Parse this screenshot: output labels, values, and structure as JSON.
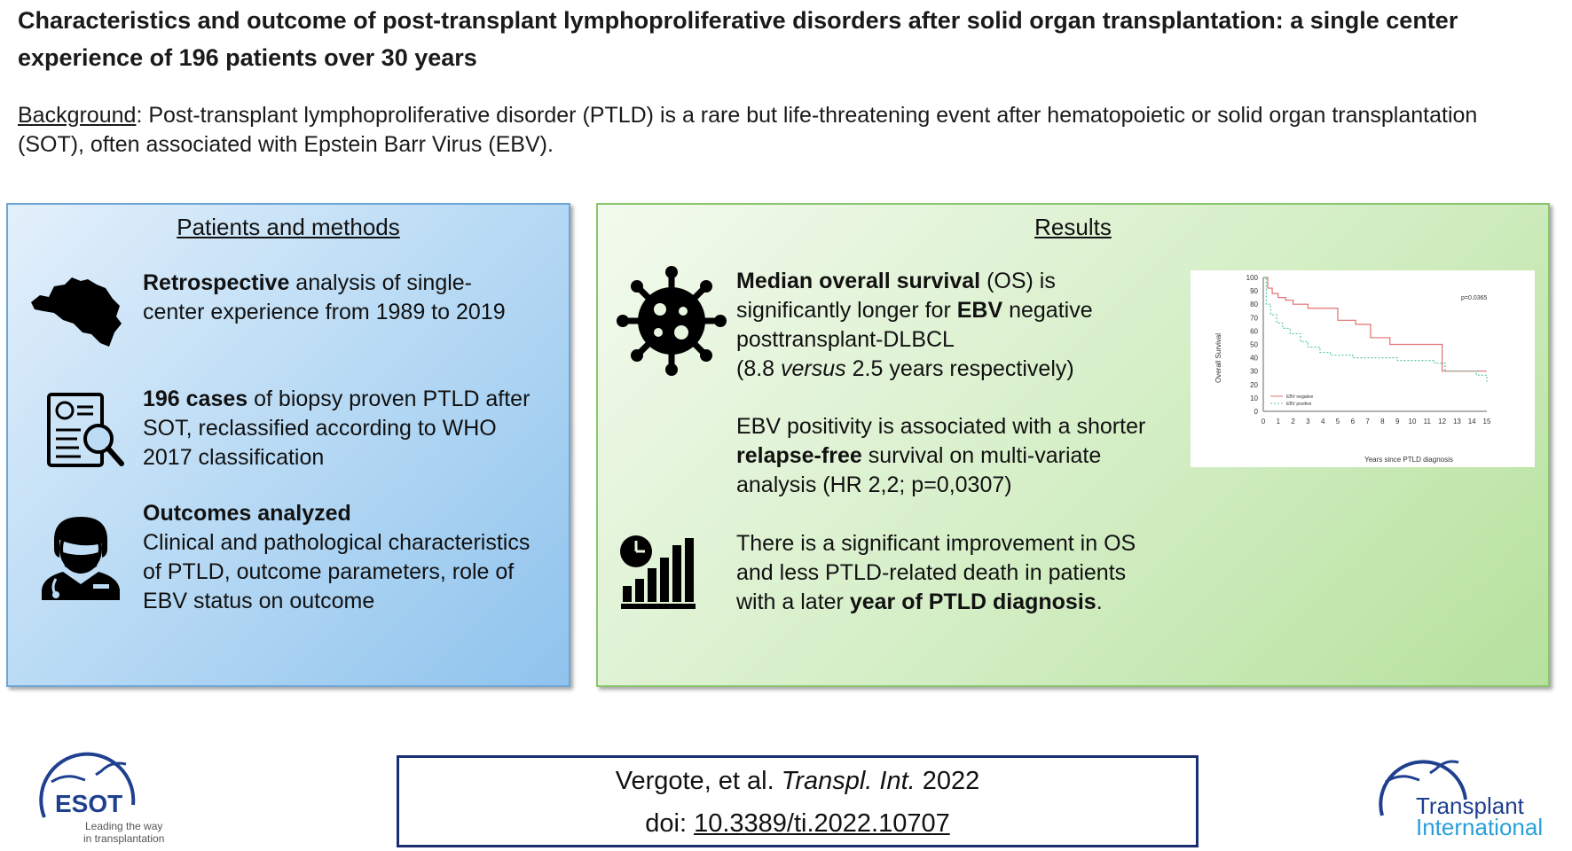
{
  "title": "Characteristics and outcome of post-transplant lymphoproliferative disorders after solid organ transplantation: a single center experience of 196 patients over 30 years",
  "background": {
    "label": "Background",
    "text": ": Post-transplant lymphoproliferative disorder (PTLD) is a rare but life-threatening event after hematopoietic or solid organ transplantation (SOT), often associated with Epstein Barr Virus (EBV)."
  },
  "methods": {
    "heading": "Patients and methods",
    "items": [
      {
        "icon": "belgium-map-icon",
        "bold": "Retrospective",
        "text": " analysis of single-center experience from 1989 to 2019"
      },
      {
        "icon": "report-magnifier-icon",
        "bold": "196 cases",
        "text": " of biopsy proven PTLD after SOT, reclassified according to WHO 2017 classification"
      },
      {
        "icon": "doctor-icon",
        "bold": "Outcomes analyzed",
        "text": "Clinical and pathological characteristics of PTLD, outcome parameters, role of EBV status on outcome"
      }
    ]
  },
  "results": {
    "heading": "Results",
    "r1": {
      "b1": "Median overall survival",
      "t1": " (OS) is significantly longer for ",
      "b2": "EBV",
      "t2": " negative posttransplant-DLBCL",
      "t3": "(8.8 ",
      "i1": "versus",
      "t4": " 2.5 years respectively)"
    },
    "r2": {
      "t1": "EBV positivity is associated with a shorter ",
      "b1": "relapse-free",
      "t2": " survival on multi-variate analysis (HR 2,2; p=0,0307)"
    },
    "r3": {
      "t1": "There is a significant improvement in OS and less PTLD-related death in patients with a later ",
      "b1": "year of PTLD diagnosis",
      "t2": "."
    }
  },
  "chart_data": {
    "type": "line",
    "xlabel": "Years since PTLD diagnosis",
    "ylabel": "Overall Survival",
    "xlim": [
      0,
      15
    ],
    "ylim": [
      0,
      100
    ],
    "x_ticks": [
      0,
      1,
      2,
      3,
      4,
      5,
      6,
      7,
      8,
      9,
      10,
      11,
      12,
      13,
      14,
      15
    ],
    "y_ticks": [
      0,
      10,
      20,
      30,
      40,
      50,
      60,
      70,
      80,
      90,
      100
    ],
    "annotation": "p=0.0365",
    "legend_position": "bottom-left",
    "series": [
      {
        "name": "EBV negative",
        "color": "#e07070",
        "style": "solid",
        "steps": [
          [
            0,
            100
          ],
          [
            0.3,
            92
          ],
          [
            0.6,
            88
          ],
          [
            1.0,
            85
          ],
          [
            1.5,
            83
          ],
          [
            2.0,
            80
          ],
          [
            3.0,
            77
          ],
          [
            4.3,
            77
          ],
          [
            5.0,
            68
          ],
          [
            6.2,
            65
          ],
          [
            7.2,
            55
          ],
          [
            8.5,
            50
          ],
          [
            12.0,
            30
          ],
          [
            15,
            30
          ]
        ]
      },
      {
        "name": "EBV positive",
        "color": "#5cc8a0",
        "style": "dashed",
        "steps": [
          [
            0,
            100
          ],
          [
            0.2,
            80
          ],
          [
            0.5,
            72
          ],
          [
            0.9,
            66
          ],
          [
            1.3,
            62
          ],
          [
            1.8,
            58
          ],
          [
            2.5,
            52
          ],
          [
            3.0,
            48
          ],
          [
            3.8,
            44
          ],
          [
            4.5,
            42
          ],
          [
            6.0,
            40
          ],
          [
            9.0,
            38
          ],
          [
            11.5,
            36
          ],
          [
            12.2,
            30
          ],
          [
            14.3,
            27
          ],
          [
            15,
            22
          ]
        ]
      }
    ]
  },
  "citation": {
    "authors": "Vergote, et al. ",
    "journal": "Transpl. Int.",
    "year": " 2022",
    "doi_label": "doi: ",
    "doi": "10.3389/ti.2022.10707"
  },
  "logos": {
    "esot_name": "ESOT",
    "esot_tagline_1": "Leading the way",
    "esot_tagline_2": "in transplantation",
    "ti_line1": "Transplant",
    "ti_line2": "International"
  }
}
